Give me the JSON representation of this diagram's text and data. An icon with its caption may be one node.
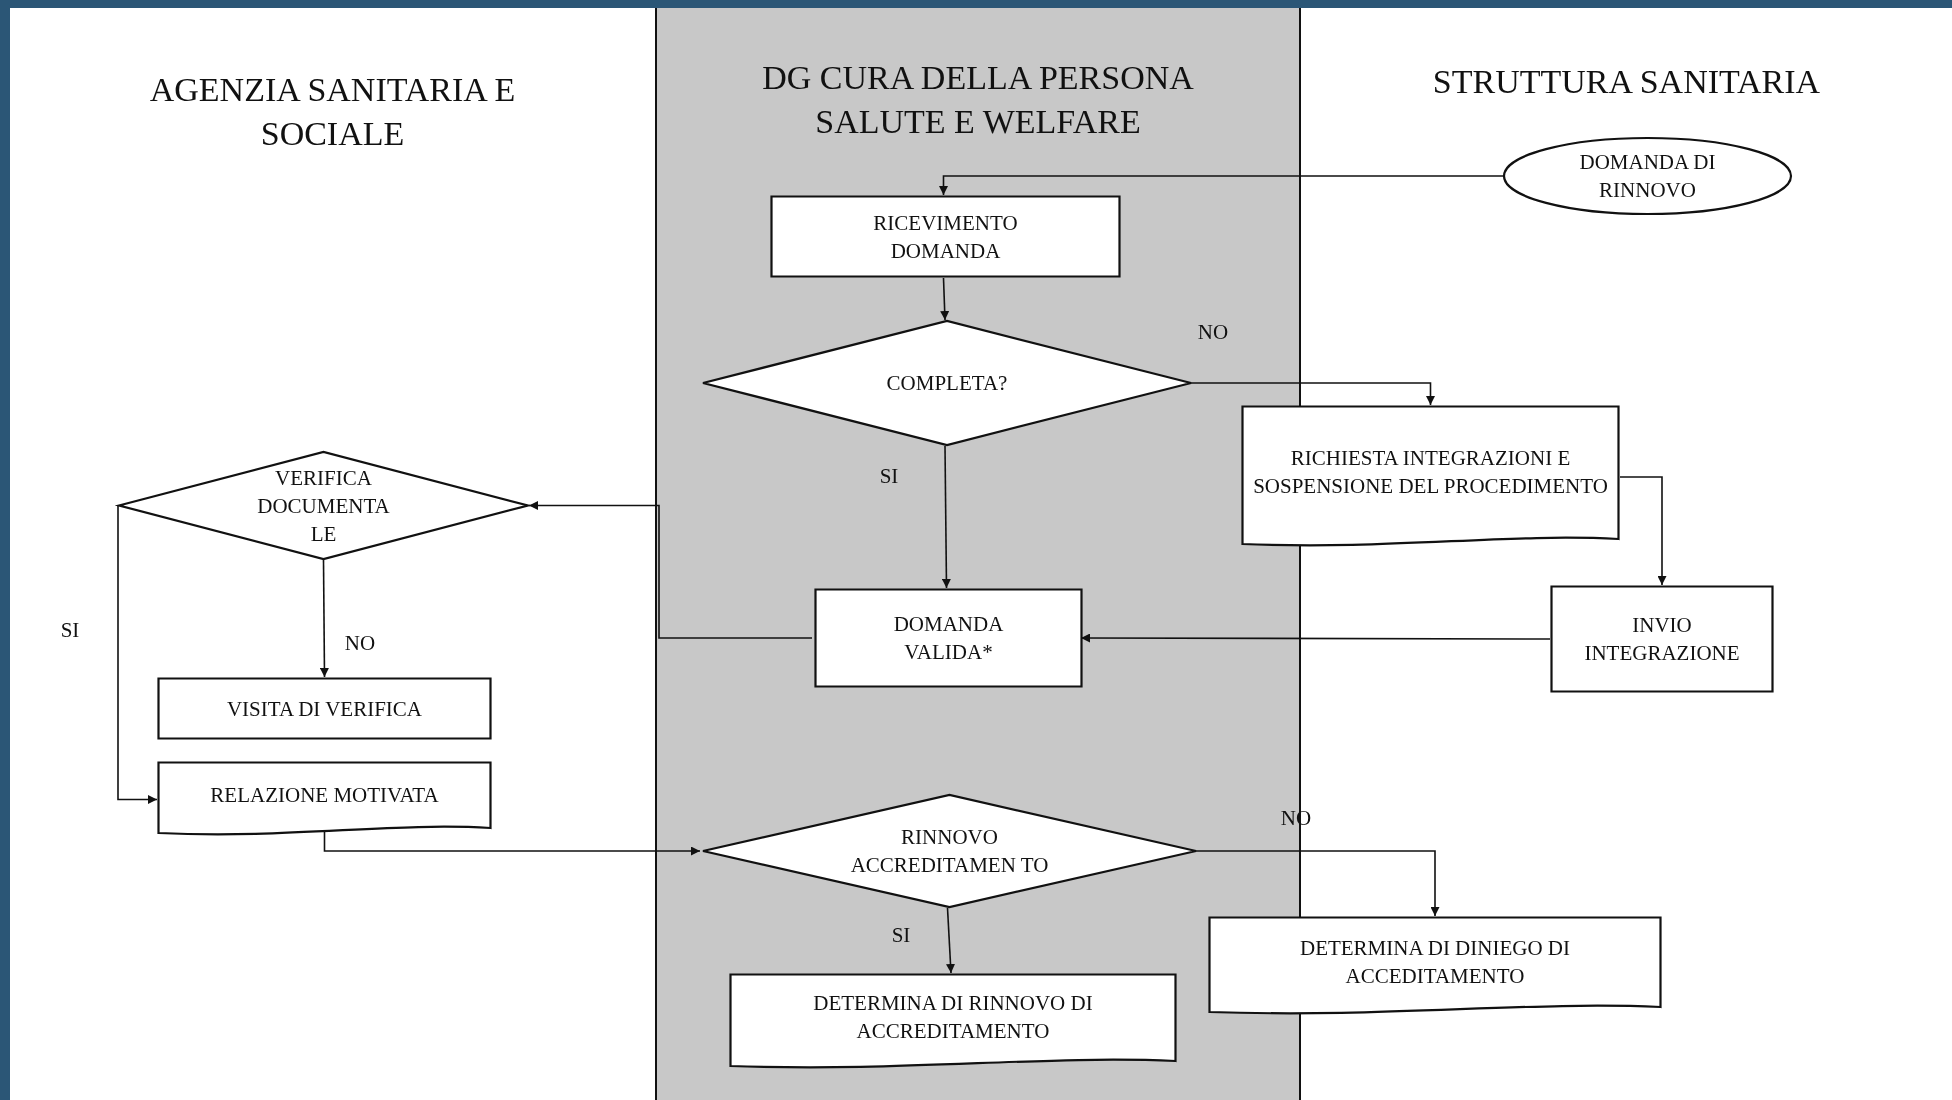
{
  "diagram": {
    "nodes": [
      {
        "text": [
          "AGENZIA SANITARIA E SOCIALE"
        ]
      },
      {
        "text": [
          "DG CURA DELLA PERSONA SALUTE E WELFARE"
        ]
      },
      {
        "text": [
          "STRUTTURA SANITARIA"
        ]
      },
      {
        "text": [
          "DOMANDA DI RINNOVO"
        ],
        "in": 2
      },
      {
        "text": [
          "RICEVIMENTO DOMANDA"
        ],
        "in": 1
      },
      {
        "text": [
          "COMPLETA?"
        ],
        "in": 1
      },
      {
        "text": [
          "RICHIESTA INTEGRAZIONI E SOSPENSIONE DEL PROCEDIMENTO"
        ]
      },
      {
        "text": [
          "VERIFICA DOCUMENTA LE"
        ],
        "in": 0
      },
      {
        "text": [
          "DOMANDA VALIDA*"
        ],
        "in": 1
      },
      {
        "text": [
          "INVIO INTEGRAZIONE"
        ],
        "in": 2
      },
      {
        "text": [
          "VISITA DI VERIFICA"
        ],
        "in": 0
      },
      {
        "text": [
          "RELAZIONE MOTIVATA"
        ],
        "in": 0
      },
      {
        "text": [
          "RINNOVO ACCREDITAMEN TO"
        ],
        "in": 1
      },
      {
        "text": [
          "DETERMINA DI DINIEGO DI ACCEDITAMENTO"
        ]
      },
      {
        "text": [
          "DETERMINA DI RINNOVO DI ACCREDITAMENTO"
        ],
        "in": 1
      }
    ],
    "edges": [
      {
        "from": 3,
        "to": 4,
        "arrow": "to"
      },
      {
        "from": 4,
        "to": 5,
        "arrow": "to"
      },
      {
        "from": 5,
        "to": 6,
        "arrow": "to",
        "label": "NO"
      },
      {
        "from": 5,
        "to": 8,
        "arrow": "to",
        "label": "SI"
      },
      {
        "from": 6,
        "to": 9,
        "arrow": "to"
      },
      {
        "from": 9,
        "to": 8,
        "arrow": "to"
      },
      {
        "from": 8,
        "to": 7,
        "arrow": "to"
      },
      {
        "from": 7,
        "to": 10,
        "arrow": "to",
        "label": "NO"
      },
      {
        "from": 7,
        "to": 11,
        "arrow": "to",
        "label": "SI"
      },
      {
        "from": 11,
        "to": 12,
        "arrow": "to"
      },
      {
        "from": 12,
        "to": 13,
        "arrow": "to",
        "label": "NO"
      },
      {
        "from": 12,
        "to": 14,
        "arrow": "to",
        "label": "SI"
      }
    ]
  }
}
